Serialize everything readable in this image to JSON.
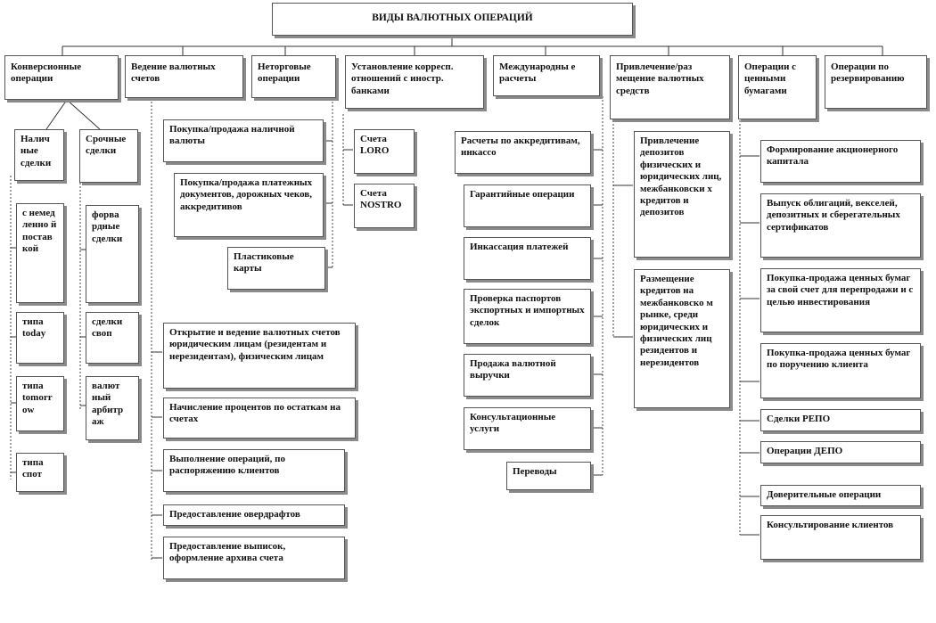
{
  "title": "ВИДЫ ВАЛЮТНЫХ ОПЕРАЦИЙ",
  "categories": {
    "conversion": "Конверсионные операции",
    "accounts": "Ведение валютных счетов",
    "nontrade": "Неторговые операции",
    "corr": "Установление корресп. отношений с иностр. банками",
    "intl": "Международны е расчеты",
    "attract": "Привлечение/раз мещение валютных средств",
    "securities": "Операции с ценными бумагами",
    "reserve": "Операции по резервированию"
  },
  "conversion": {
    "cash": "Налич ные сделки",
    "forward": "Срочные сделки",
    "cash_items": [
      "с немед ленно й постав кой",
      "типа today",
      "типа tomorr ow",
      "типа спот"
    ],
    "forward_items": [
      "форва рдные сделки",
      "сделки своп",
      "валют ный арбитр аж"
    ]
  },
  "nontrade_items": [
    "Покупка/продажа наличной валюты",
    "Покупка/продажа платежных документов, дорожных чеков, аккредитивов",
    "Пластиковые карты"
  ],
  "accounts_items": [
    "Открытие и ведение валютных счетов юридическим лицам (резидентам и нерезидентам), физическим лицам",
    "Начисление процентов по остаткам на счетах",
    "Выполнение операций, по распоряжению клиентов",
    "Предоставление овердрафтов",
    "Предоставление выписок, оформление архива счета"
  ],
  "corr_items": [
    "Счета LORO",
    "Счета NOSTRO"
  ],
  "intl_items": [
    "Расчеты по аккредитивам, инкассо",
    "Гарантийные операции",
    "Инкассация платежей",
    "Проверка паспортов экспортных и импортных сделок",
    "Продажа валютной выручки",
    "Консультационные услуги",
    "Переводы"
  ],
  "attract_items": [
    "Привлечение депозитов физических и юридических лиц, межбанковски х кредитов и депозитов",
    "Размещение кредитов на межбанковско м рынке, среди юридических и физических лиц резидентов и нерезидентов"
  ],
  "securities_items": [
    "Формирование акционерного капитала",
    "Выпуск облигаций, векселей, депозитных и сберегательных сертификатов",
    "Покупка-продажа ценных бумаг за свой счет для перепродажи и с целью инвестирования",
    "Покупка-продажа ценных бумаг по поручению клиента",
    "Сделки РЕПО",
    "Операции ДЕПО",
    "Доверительные операции",
    "Консультирование клиентов"
  ]
}
